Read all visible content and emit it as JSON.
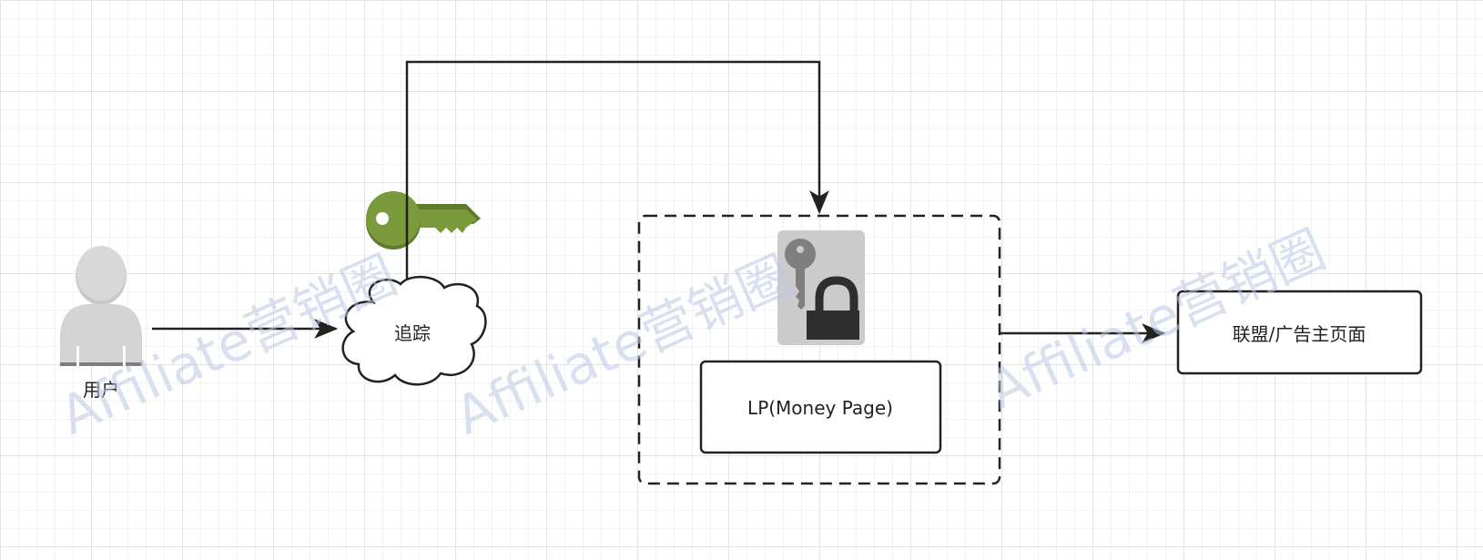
{
  "nodes": {
    "user": {
      "label": "用户"
    },
    "tracker": {
      "label": "追踪"
    },
    "lp": {
      "label": "LP(Money Page)"
    },
    "affiliate": {
      "label": "联盟/广告主页面"
    }
  },
  "watermark": {
    "text": "Affiliate营销圈"
  },
  "colors": {
    "line": "#222222",
    "key_green": "#7a9a3c",
    "person_gray": "#d4d4d4",
    "lock_tile": "#cbcbcb"
  },
  "icons": [
    "person-icon",
    "green-key-icon",
    "key-lock-icon"
  ]
}
